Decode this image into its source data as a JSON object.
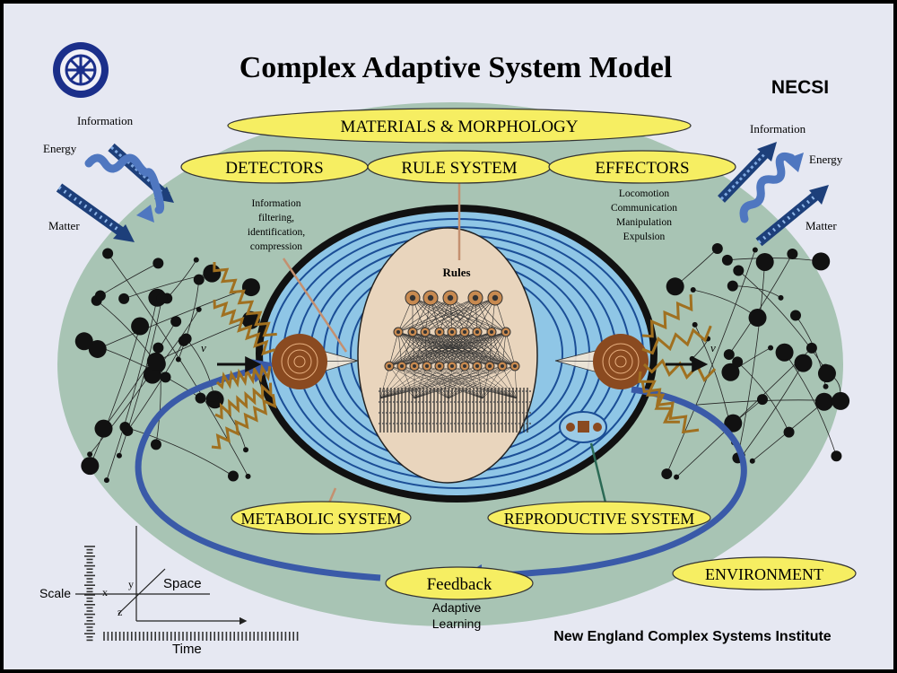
{
  "title": "Complex Adaptive System Model",
  "org_short": "NECSI",
  "org_full": "New England Complex Systems Institute",
  "ovals": {
    "materials": "MATERIALS & MORPHOLOGY",
    "detectors": "DETECTORS",
    "rule_system": "RULE SYSTEM",
    "effectors": "EFFECTORS",
    "metabolic": "METABOLIC SYSTEM",
    "reproductive": "REPRODUCTIVE SYSTEM",
    "feedback": "Feedback",
    "environment": "ENVIRONMENT"
  },
  "inputs": {
    "information": "Information",
    "energy": "Energy",
    "matter": "Matter"
  },
  "outputs": {
    "information": "Information",
    "energy": "Energy",
    "matter": "Matter"
  },
  "detector_notes": [
    "Information",
    "filtering,",
    "identification,",
    "compression"
  ],
  "effector_notes": [
    "Locomotion",
    "Communication",
    "Manipulation",
    "Expulsion"
  ],
  "rules_label": "Rules",
  "adaptive_learning": [
    "Adaptive",
    "Learning"
  ],
  "velocity_symbol": "v",
  "axes": {
    "scale": "Scale",
    "space": "Space",
    "time": "Time",
    "x": "x",
    "y": "y",
    "z": "z"
  },
  "colors": {
    "environment_fill": "#a8c4b4",
    "oval_fill": "#f6ee62",
    "cell_blue": "#8fc6e6",
    "nucleus_fill": "#e9d5bd",
    "feedback_arrow": "#3a5aa8",
    "arrow_blue": "#4f77c0"
  }
}
